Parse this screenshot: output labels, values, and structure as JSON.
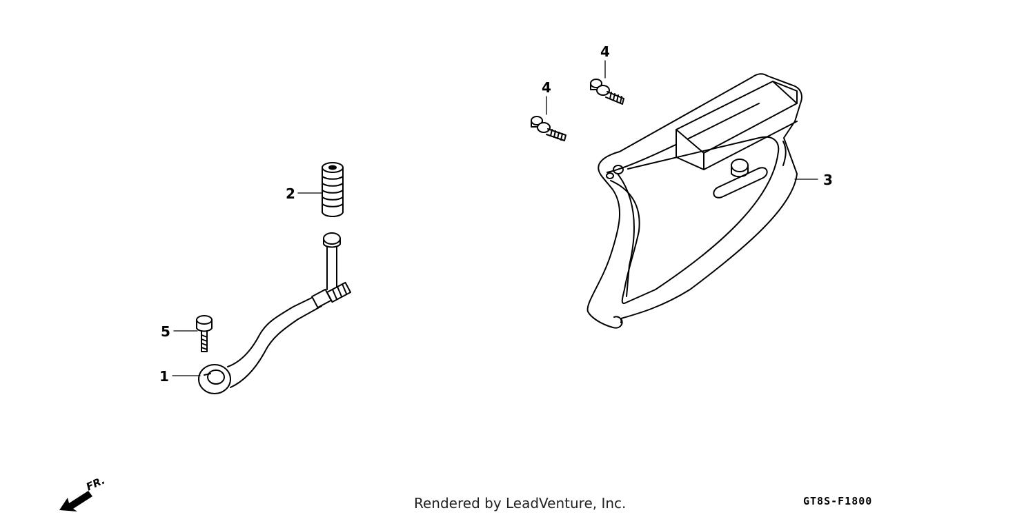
{
  "callouts": {
    "c1": "1",
    "c2": "2",
    "c3": "3",
    "c4a": "4",
    "c4b": "4",
    "c5": "5"
  },
  "orientation": {
    "label": "FR."
  },
  "footer": {
    "rendered_by": "Rendered by LeadVenture, Inc.",
    "diagram_code": "GT8S-F1800"
  }
}
